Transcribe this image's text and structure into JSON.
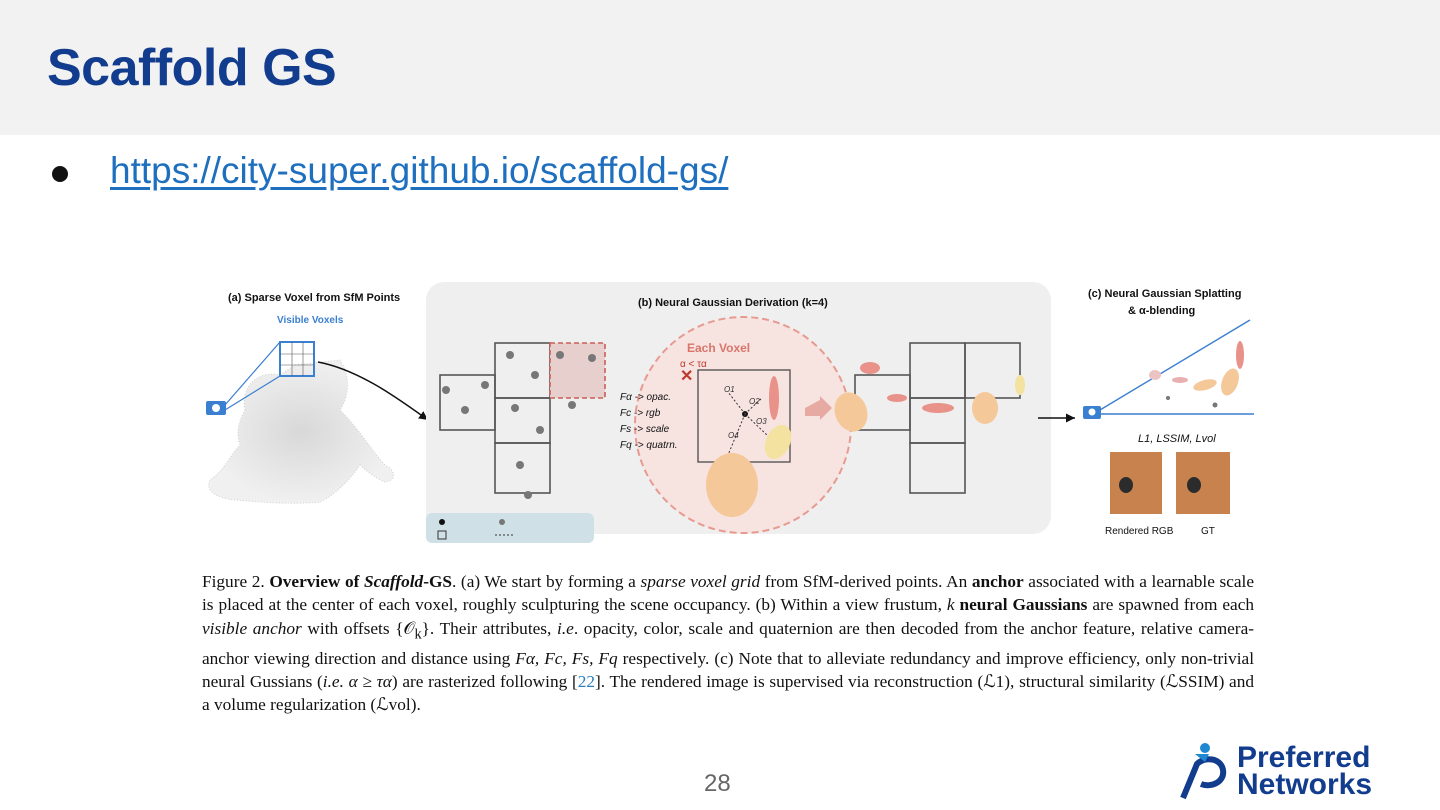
{
  "slide": {
    "title": "Scaffold GS",
    "link_text": "https://city-super.github.io/scaffold-gs/",
    "page_number": "28"
  },
  "figure": {
    "panel_a_title": "(a) Sparse Voxel from SfM Points",
    "panel_a_sub": "Visible Voxels",
    "panel_b_title": "(b) Neural Gaussian Derivation (k=4)",
    "each_voxel": "Each Voxel",
    "alpha_label": "α < τα",
    "decoders": [
      "Fα -> opac.",
      "Fc -> rgb",
      "Fs -> scale",
      "Fq -> quatrn."
    ],
    "offsets": [
      "O1",
      "O2",
      "O3",
      "O4"
    ],
    "panel_c_title_1": "(c) Neural Gaussian Splatting",
    "panel_c_title_2": "& α-blending",
    "losses": "L1, LSSIM, Lvol",
    "rendered_label": "Rendered RGB",
    "gt_label": "GT"
  },
  "caption": {
    "fig_no": "Figure 2.",
    "bold_title": "Overview of ",
    "bold_title_i": "Scaffold",
    "bold_title_end": "-GS",
    "s1": ". (a) We start by forming a ",
    "s1_i": "sparse voxel grid",
    "s2": " from SfM-derived points. An ",
    "s2_b": "anchor",
    "s3": " associated with a learnable scale is placed at the center of each voxel, roughly sculpturing the scene occupancy. (b) Within a view frustum, ",
    "s3_i": "k",
    "s3_b": " neural Gaussians",
    "s4": " are spawned from each ",
    "s4_i": "visible anchor",
    "s5": " with offsets {𝒪",
    "s5_sub": "k",
    "s6": "}. Their attributes, ",
    "s6_i": "i.e",
    "s7": ". opacity, color, scale and quaternion are then decoded from the anchor feature, relative camera-anchor viewing direction and distance using ",
    "s7_f": "Fα, Fc, Fs, Fq",
    "s8": " respectively. (c) Note that to alleviate redundancy and improve efficiency, only non-trivial neural Gussians (",
    "s8_i": "i.e. α ≥ τα",
    "s9": ") are rasterized following [",
    "s9_cite": "22",
    "s10": "]. The rendered image is supervised via reconstruction (ℒ1), structural similarity (ℒSSIM) and a volume regularization (ℒvol)."
  },
  "logo": {
    "line1": "Preferred",
    "line2": "Networks"
  }
}
